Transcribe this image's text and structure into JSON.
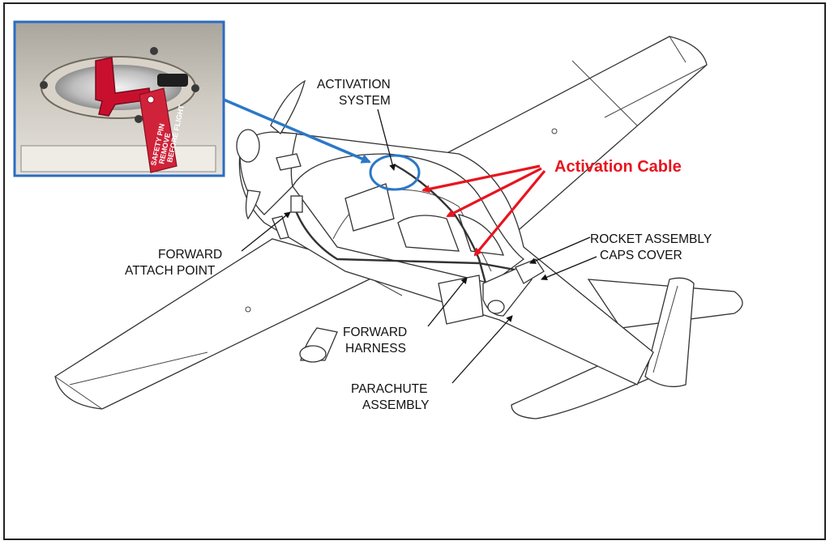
{
  "labels": {
    "activation_system": [
      "ACTIVATION",
      "SYSTEM"
    ],
    "activation_cable": "Activation Cable",
    "rocket_assembly": [
      "ROCKET ASSEMBLY",
      "CAPS COVER"
    ],
    "forward_attach_point": [
      "FORWARD",
      "ATTACH POINT"
    ],
    "forward_harness": [
      "FORWARD",
      "HARNESS"
    ],
    "parachute_assembly": [
      "PARACHUTE",
      "ASSEMBLY"
    ]
  },
  "inset_photo": {
    "tag_text": [
      "SAFETY PIN",
      "REMOVE",
      "BEFORE FLIGHT"
    ]
  },
  "colors": {
    "inset_border": "#2b6cc4",
    "callout_blue": "#2b78c8",
    "cable_red": "#e8141e",
    "handle_red": "#c8102e"
  }
}
